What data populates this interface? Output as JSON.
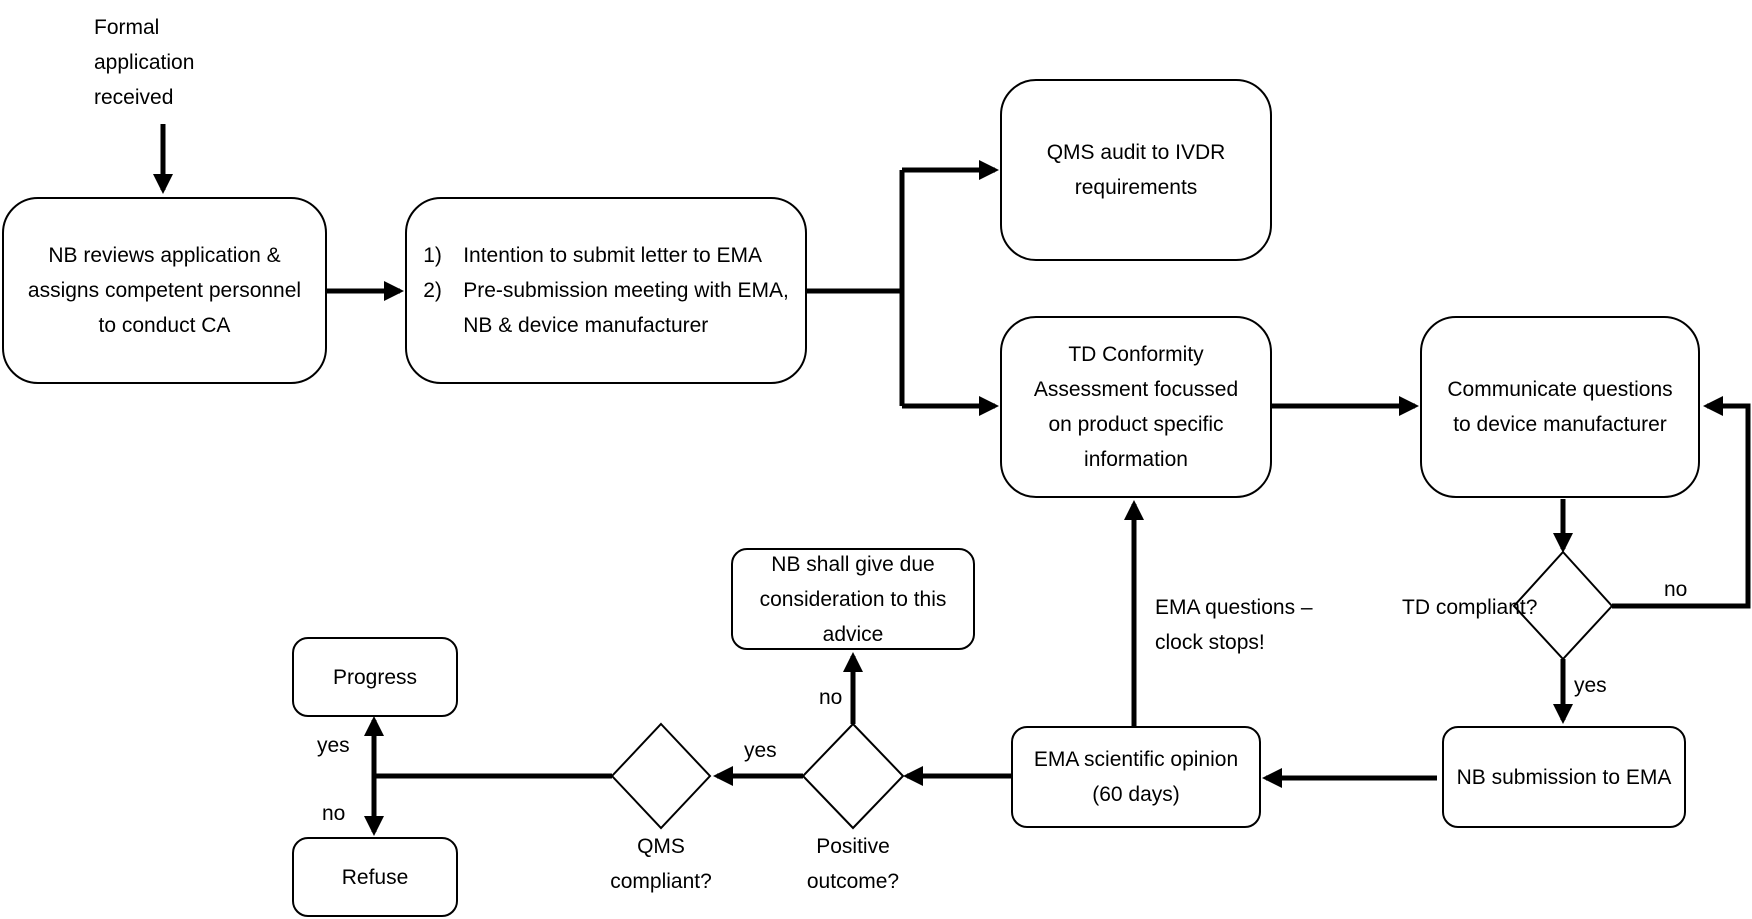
{
  "nodes": {
    "start": "Formal\napplication\nreceived",
    "nb_review": "NB reviews application &\nassigns competent personnel\nto conduct CA",
    "steps": [
      {
        "num": "1)",
        "text": "Intention to submit letter to EMA"
      },
      {
        "num": "2)",
        "text": "Pre-submission meeting with EMA,\nNB & device manufacturer"
      }
    ],
    "qms_audit": "QMS audit to IVDR\nrequirements",
    "td_assessment": "TD Conformity\nAssessment focussed\non product specific\ninformation",
    "communicate": "Communicate questions\nto device manufacturer",
    "td_compliant": "TD compliant?",
    "nb_submission": "NB submission to EMA",
    "ema_opinion": "EMA scientific opinion\n(60 days)",
    "ema_questions": "EMA questions –\nclock stops!",
    "nb_consideration": "NB shall give due\nconsideration to this\nadvice",
    "positive_outcome": "Positive\noutcome?",
    "qms_compliant": "QMS\ncompliant?",
    "progress": "Progress",
    "refuse": "Refuse"
  },
  "edge_labels": {
    "td_no": "no",
    "td_yes": "yes",
    "positive_no": "no",
    "positive_yes": "yes",
    "qms_yes": "yes",
    "qms_no": "no"
  }
}
